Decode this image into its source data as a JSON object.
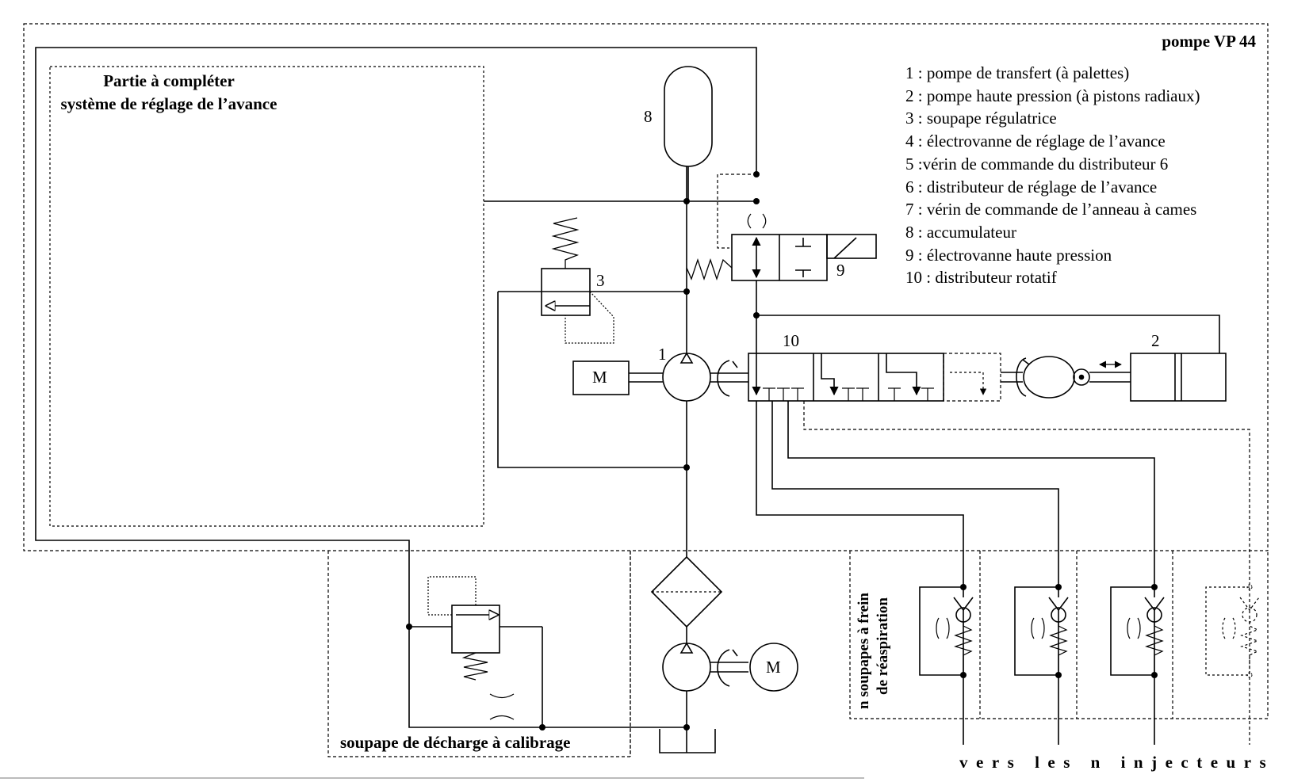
{
  "header": {
    "title": "pompe VP 44"
  },
  "box_to_complete": {
    "line1": "Partie à compléter",
    "line2": "système de réglage de l’avance"
  },
  "legend": [
    "1 : pompe de transfert (à palettes)",
    "2 : pompe haute pression (à pistons radiaux)",
    "3 : soupape régulatrice",
    "4 : électrovanne de réglage de l’avance",
    "5 :vérin de commande du distributeur 6",
    "6 : distributeur de réglage de l’avance",
    "7 : vérin de commande de l’anneau à cames",
    "8 : accumulateur",
    "9 : électrovanne haute pression",
    "10 : distributeur rotatif"
  ],
  "component_numbers": {
    "n1": "1",
    "n2": "2",
    "n3": "3",
    "n8": "8",
    "n9": "9",
    "n10": "10"
  },
  "motor_labels": {
    "motor_top": "M",
    "motor_bottom": "M"
  },
  "relief_box_label": "soupape de décharge à calibrage",
  "valves_section": {
    "line1": "n soupapes à frein",
    "line2": "de réaspiration"
  },
  "footer_text": "vers les n injecteurs"
}
